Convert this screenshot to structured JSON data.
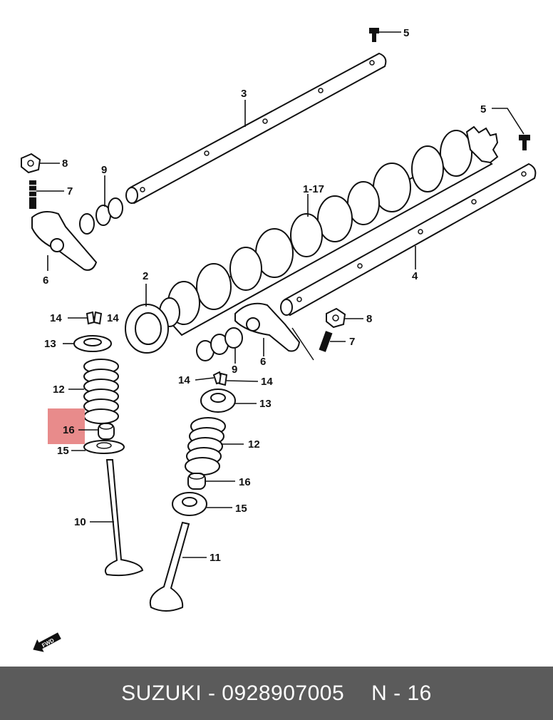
{
  "callouts": {
    "c5a": "5",
    "c3": "3",
    "c5b": "5",
    "c8a": "8",
    "c9a": "9",
    "c7a": "7",
    "c1_17": "1-17",
    "c6a": "6",
    "c2": "2",
    "c4": "4",
    "c8b": "8",
    "c7b": "7",
    "c14a": "14",
    "c14b": "14",
    "c13a": "13",
    "c9b": "9",
    "c6b": "6",
    "c14c": "14",
    "c14d": "14",
    "c12a": "12",
    "c13b": "13",
    "c16a": "16",
    "c15a": "15",
    "c12b": "12",
    "c16b": "16",
    "c15b": "15",
    "c10": "10",
    "c11": "11"
  },
  "highlight_color": "#e88b8b",
  "front_marker": "FWD",
  "footer": {
    "brand_part": "SUZUKI - 0928907005",
    "ref": "N - 16"
  }
}
